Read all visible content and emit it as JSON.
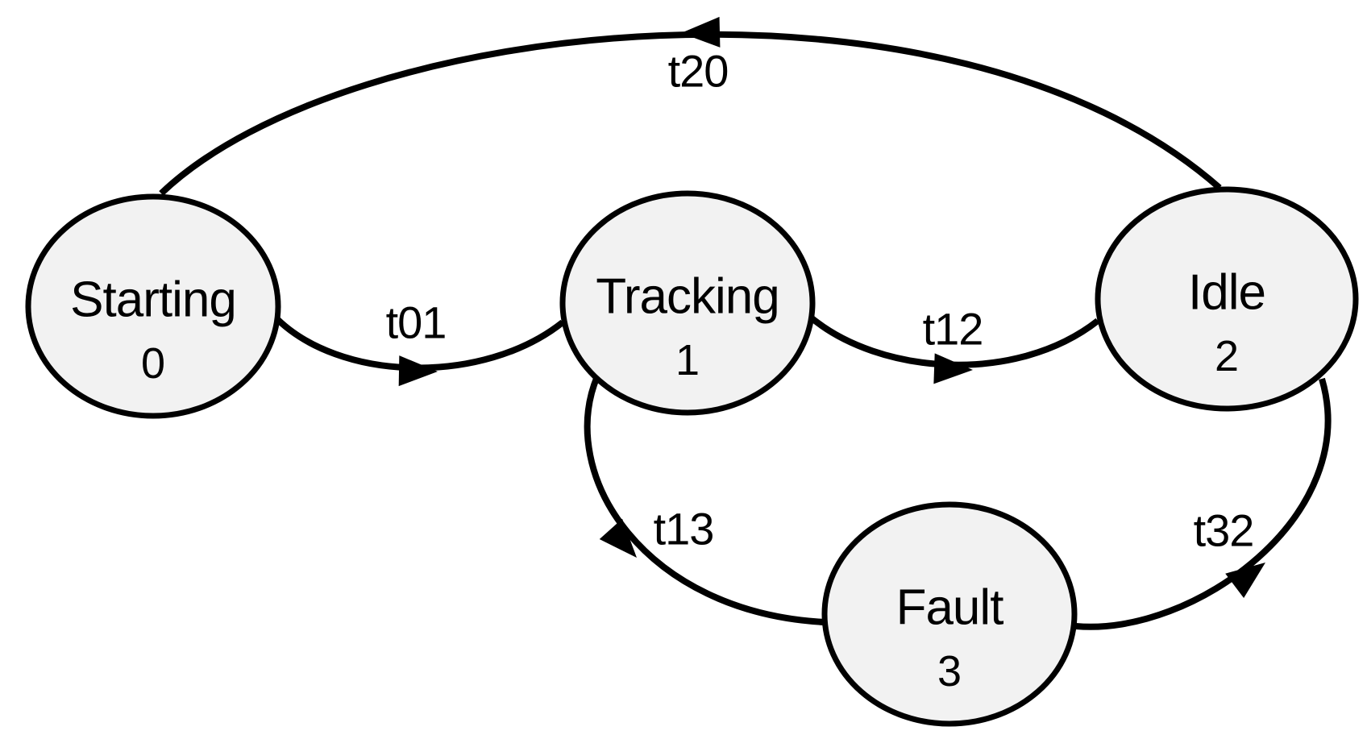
{
  "diagram": {
    "type": "state-machine",
    "background_color": "#ffffff",
    "node_fill_color": "#f2f2f2",
    "node_stroke_color": "#000000",
    "edge_color": "#000000",
    "nodes": [
      {
        "name": "Starting",
        "id": "0"
      },
      {
        "name": "Tracking",
        "id": "1"
      },
      {
        "name": "Idle",
        "id": "2"
      },
      {
        "name": "Fault",
        "id": "3"
      }
    ],
    "transitions": [
      {
        "label": "t01",
        "from": "Starting",
        "to": "Tracking"
      },
      {
        "label": "t12",
        "from": "Tracking",
        "to": "Idle"
      },
      {
        "label": "t13",
        "from": "Tracking",
        "to": "Fault"
      },
      {
        "label": "t32",
        "from": "Fault",
        "to": "Idle"
      },
      {
        "label": "t20",
        "from": "Idle",
        "to": "Starting"
      }
    ]
  }
}
